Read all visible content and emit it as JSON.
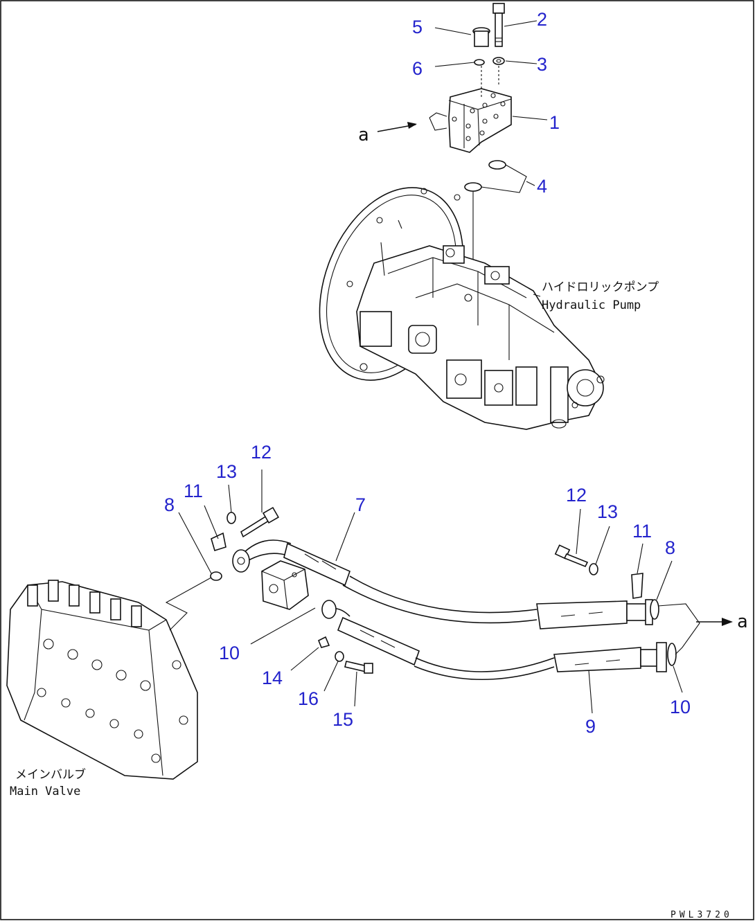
{
  "drawing": {
    "code": "PWL3720",
    "view_marker": "a",
    "labels": {
      "pump_jp": "ハイドロリックポンプ",
      "pump_en": "Hydraulic Pump",
      "valve_jp": "メインバルブ",
      "valve_en": "Main Valve"
    },
    "callouts": {
      "c1": "1",
      "c2": "2",
      "c3": "3",
      "c4": "4",
      "c5": "5",
      "c6": "6",
      "c7": "7",
      "c8a": "8",
      "c8b": "8",
      "c9": "9",
      "c10a": "10",
      "c10b": "10",
      "c11a": "11",
      "c11b": "11",
      "c12a": "12",
      "c12b": "12",
      "c13a": "13",
      "c13b": "13",
      "c14": "14",
      "c15": "15",
      "c16": "16"
    },
    "colors": {
      "callout": "#2323cc",
      "line": "#111111",
      "background": "#ffffff"
    }
  }
}
